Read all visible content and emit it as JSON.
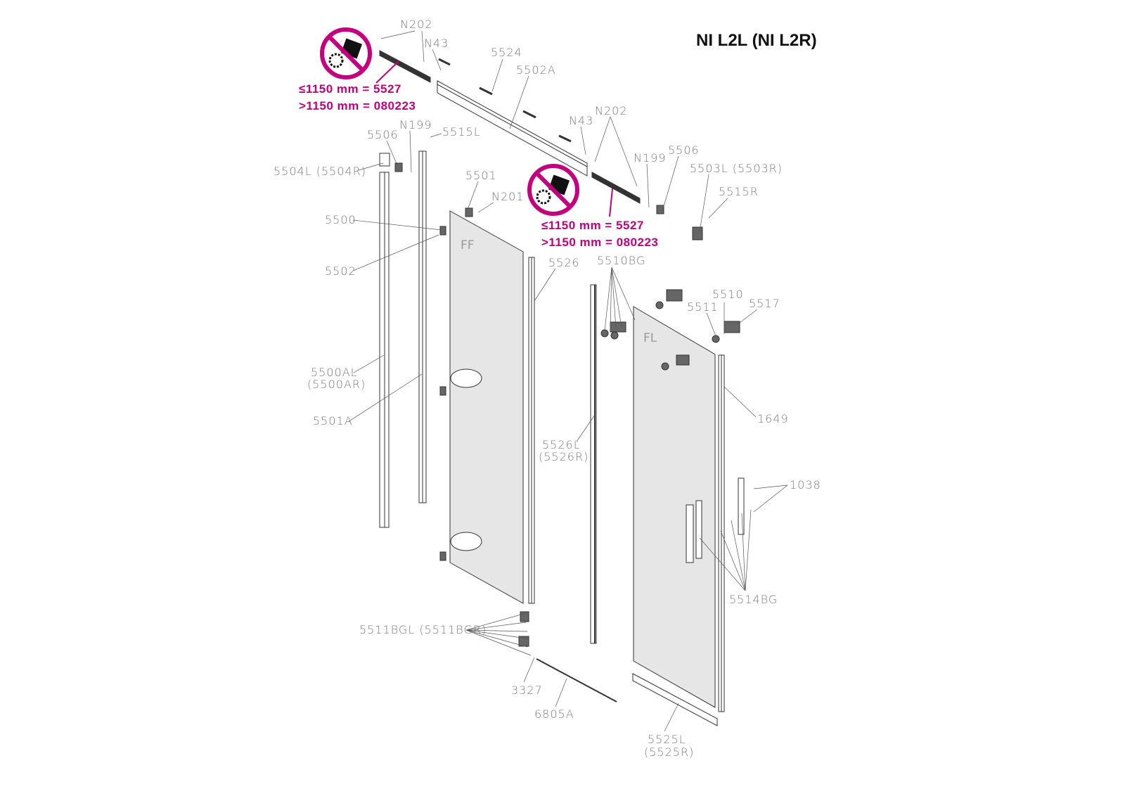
{
  "title": "NI L2L (NI L2R)",
  "colors": {
    "warning": "#c4007e",
    "label": "#7a7a7a",
    "glass": "#e6e6e6"
  },
  "warnings": [
    {
      "icon": "no-oil-lubrication-icon",
      "line1": "≤1150 mm = 5527",
      "line2": ">1150 mm = 080223"
    },
    {
      "icon": "no-oil-lubrication-icon",
      "line1": "≤1150 mm = 5527",
      "line2": ">1150 mm = 080223"
    }
  ],
  "panels": {
    "fixed": "FF",
    "sliding": "FL"
  },
  "labels": {
    "n202_left": "N202",
    "n43_left": "N43",
    "p5524": "5524",
    "p5502a": "5502A",
    "n202_right": "N202",
    "n43_right": "N43",
    "n199_left": "N199",
    "p5515l": "5515L",
    "p5506_left": "5506",
    "p5504l": "5504L (5504R)",
    "p5501": "5501",
    "n201": "N201",
    "n199_right": "N199",
    "p5506_right": "5506",
    "p5503l": "5503L (5503R)",
    "p5515r": "5515R",
    "p5500": "5500",
    "p5502": "5502",
    "p5526": "5526",
    "p5510bg": "5510BG",
    "p5510": "5510",
    "p5511": "5511",
    "p5517": "5517",
    "p5500al": "5500AL",
    "p5500ar": "(5500AR)",
    "p5501a": "5501A",
    "p1649": "1649",
    "p5526l": "5526L",
    "p5526r": "(5526R)",
    "p1038": "1038",
    "p5514bg": "5514BG",
    "p5511bgl": "5511BGL (5511BGR)",
    "p3327": "3327",
    "p6805a": "6805A",
    "p5525l": "5525L",
    "p5525r": "(5525R)"
  }
}
